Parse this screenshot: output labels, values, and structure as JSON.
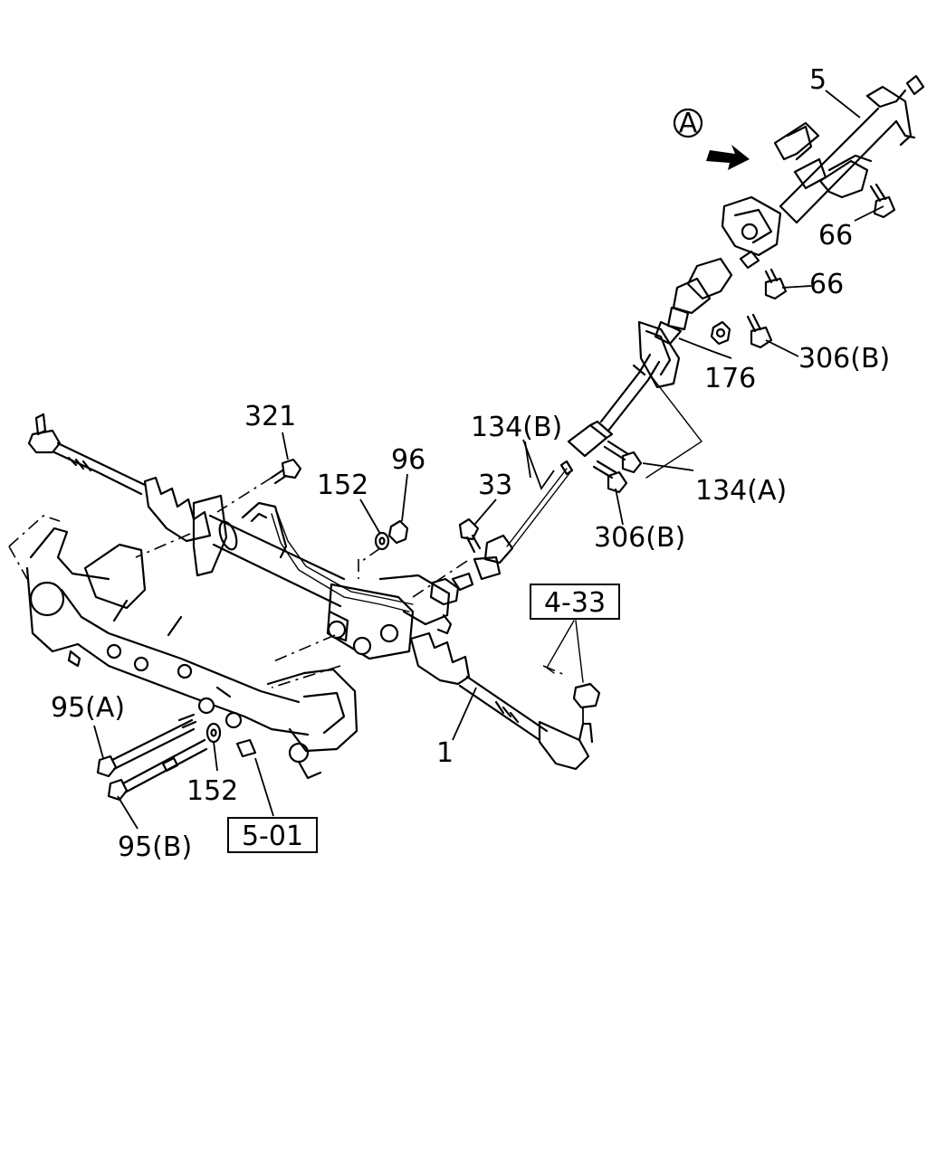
{
  "view_marker": "A",
  "labels": {
    "p5": "5",
    "p66a": "66",
    "p66b": "66",
    "p306b_top": "306(B)",
    "p176": "176",
    "p134b": "134(B)",
    "p134a": "134(A)",
    "p306b_mid": "306(B)",
    "p33": "33",
    "p321": "321",
    "p152_top": "152",
    "p96": "96",
    "p95a": "95(A)",
    "p95b": "95(B)",
    "p152_bottom": "152",
    "p1": "1"
  },
  "references": {
    "ref_4_33": "4-33",
    "ref_5_01": "5-01"
  }
}
